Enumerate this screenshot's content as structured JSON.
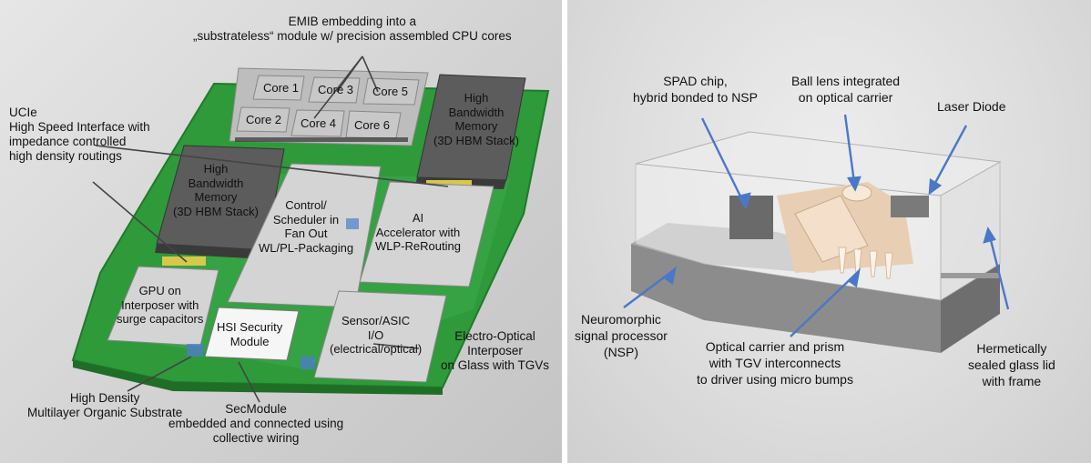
{
  "left": {
    "cores": [
      "Core 1",
      "Core 3",
      "Core 5",
      "Core 2",
      "Core 4",
      "Core 6"
    ],
    "hbm_top": "High\nBandwidth\nMemory\n(3D HBM Stack)",
    "hbm_left": "High\nBandwidth\nMemory\n(3D HBM Stack)",
    "control": "Control/\nScheduler in\nFan Out\nWL/PL-Packaging",
    "ai": "AI\nAccelerator with\nWLP-ReRouting",
    "gpu": "GPU on\nInterposer with\nsurge capacitors",
    "hsi": "HSI Security\nModule",
    "sensor": "Sensor/ASIC\nI/O\n(electrical/optical)",
    "callouts": {
      "emib": "EMIB embedding into a\n„substrateless“ module w/ precision assembled CPU cores",
      "ucie": "UCIe\nHigh Speed Interface with\nimpedance controlled\nhigh density routings",
      "eoi": "Electro-Optical Interposer\non Glass with TGVs",
      "hdmos": "High Density\nMultilayer Organic Substrate",
      "secmodule": "SecModule\nembedded and connected using\ncollective wiring"
    }
  },
  "right": {
    "callouts": {
      "spad": "SPAD chip,\nhybrid bonded to NSP",
      "ball": "Ball lens integrated\non optical carrier",
      "laser": "Laser Diode",
      "nsp": "Neuromorphic\nsignal processor\n(NSP)",
      "carrier": "Optical carrier and prism\nwith TGV interconnects\nto driver using micro bumps",
      "lid": "Hermetically\nsealed glass lid\nwith frame"
    }
  },
  "colors": {
    "substrate_green": "#2e9a3a",
    "chip_gray": "#d4d4d4",
    "hbm_dark": "#5c5c5c",
    "arrow_blue": "#4a78c8",
    "leader_gray": "#444444"
  }
}
